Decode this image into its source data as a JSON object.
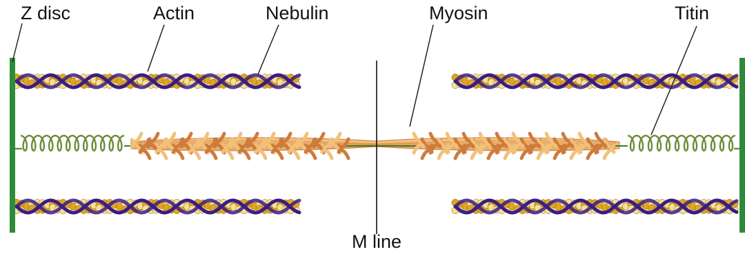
{
  "labels": {
    "z_disc": "Z disc",
    "actin": "Actin",
    "nebulin": "Nebulin",
    "myosin": "Myosin",
    "titin": "Titin",
    "m_line": "M line"
  },
  "colors": {
    "z_disc": "#2e8b3a",
    "actin_bead_dark": "#e0a623",
    "actin_bead_light": "#f6df97",
    "actin_outline": "#8a5a10",
    "nebulin": "#3a1d83",
    "titin": "#6f8a38",
    "myosin_dark": "#cd7c3e",
    "myosin_light": "#f2c07a",
    "myosin_core": "#3f7a2a",
    "m_line": "#111111",
    "leader": "#222222",
    "text": "#111111"
  }
}
